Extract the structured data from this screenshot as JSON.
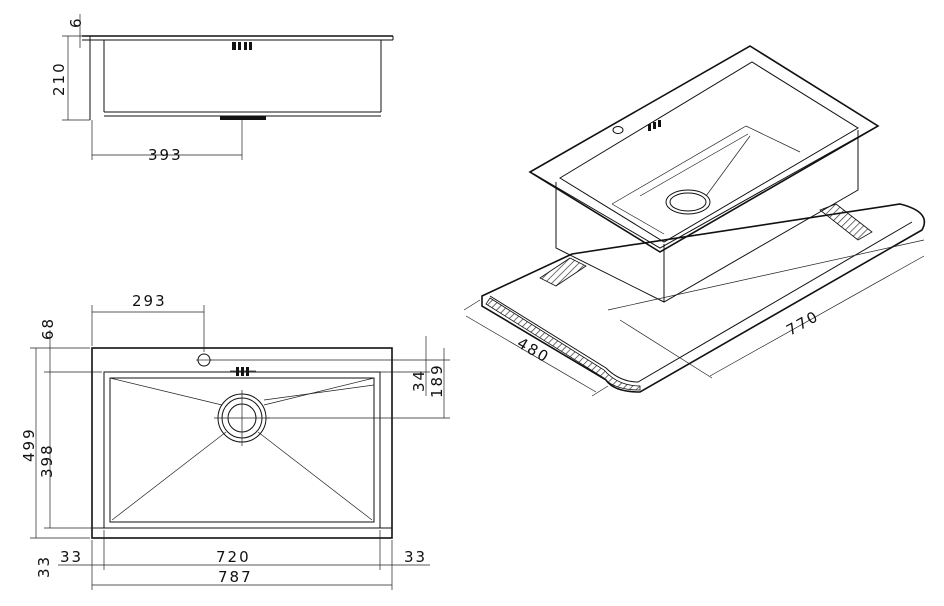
{
  "side_view": {
    "top_thickness": "6",
    "depth": "210",
    "drain_offset": "393"
  },
  "top_view": {
    "tap_hole_offset": "293",
    "top_margin": "68",
    "outer_depth": "499",
    "bowl_depth": "398",
    "bottom_margin_left": "33",
    "left_margin": "33",
    "bowl_width": "720",
    "right_margin": "33",
    "outer_width": "787",
    "hole_to_bowl": "34",
    "hole_to_drain": "189"
  },
  "iso_view": {
    "cabinet_depth": "480",
    "cabinet_width": "770"
  }
}
